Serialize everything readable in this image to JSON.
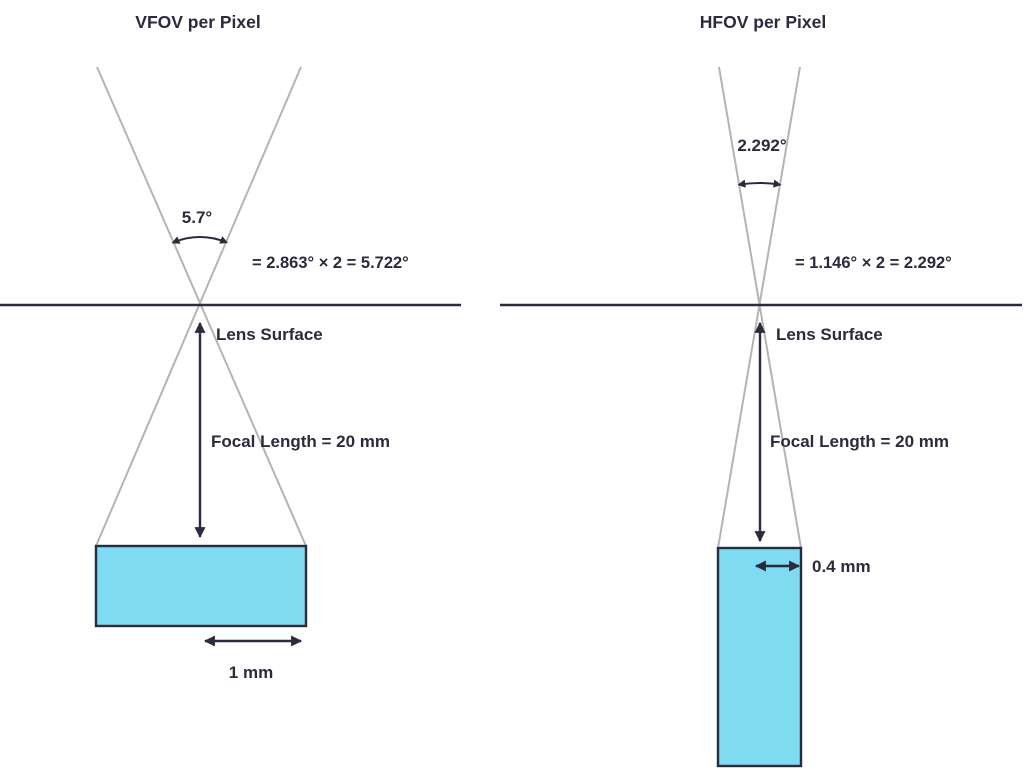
{
  "figure": {
    "left": {
      "title": "VFOV per Pixel",
      "angle_label": "5.7°",
      "equation": "= 2.863° × 2 = 5.722°",
      "lens_label": "Lens Surface",
      "focal_label": "Focal Length = 20 mm",
      "size_label": "1 mm"
    },
    "right": {
      "title": "HFOV per Pixel",
      "angle_label": "2.292°",
      "equation": "= 1.146° × 2 = 2.292°",
      "lens_label": "Lens Surface",
      "focal_label": "Focal Length = 20 mm",
      "size_label": "0.4 mm"
    },
    "colors": {
      "ink": "#2b2b3e",
      "ray_gray": "#b4b4b6",
      "pixel_fill": "#7edbf2",
      "background": "#ffffff"
    }
  }
}
